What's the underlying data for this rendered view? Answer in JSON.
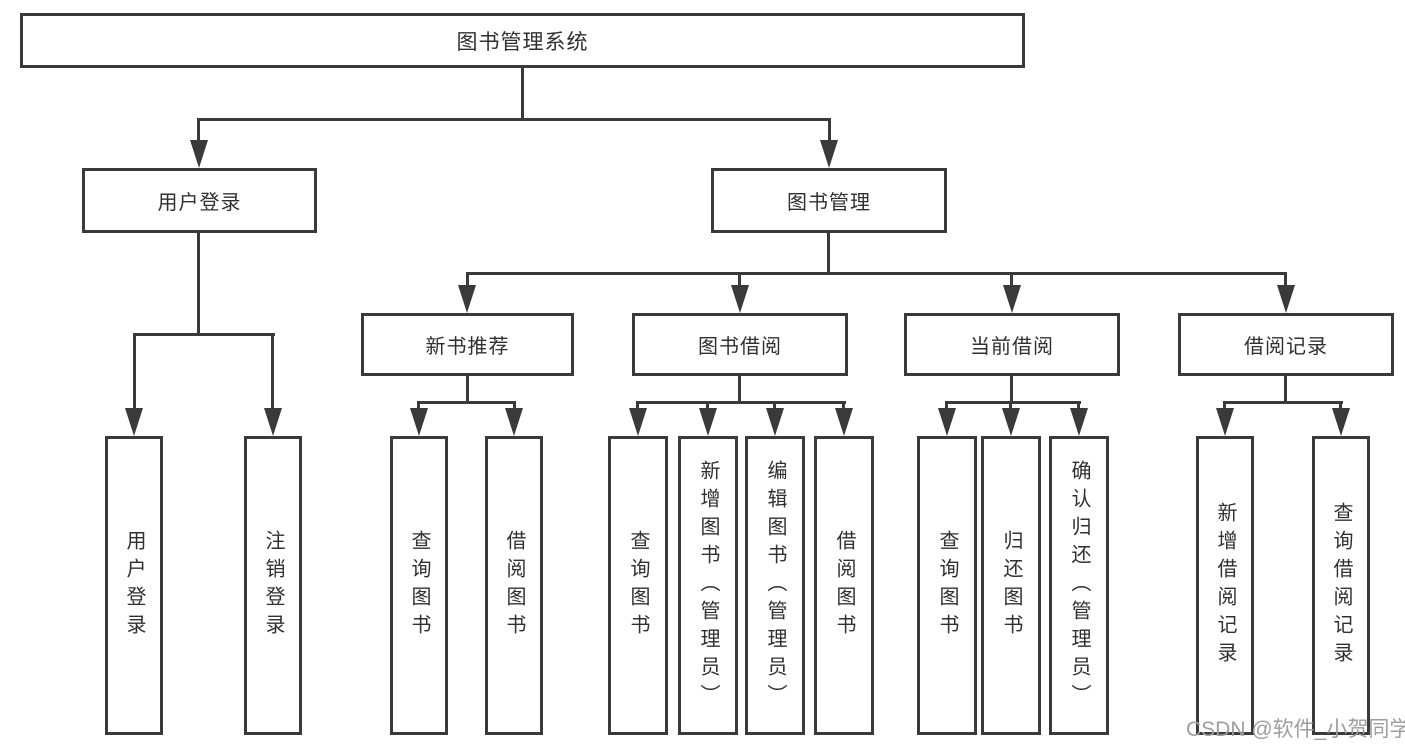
{
  "tree": {
    "root": {
      "label": "图书管理系统"
    },
    "branches": [
      {
        "label": "用户登录",
        "children": [
          {
            "label": "用户登录"
          },
          {
            "label": "注销登录"
          }
        ]
      },
      {
        "label": "图书管理",
        "children": [
          {
            "label": "新书推荐",
            "children": [
              {
                "label": "查询图书"
              },
              {
                "label": "借阅图书"
              }
            ]
          },
          {
            "label": "图书借阅",
            "children": [
              {
                "label": "查询图书"
              },
              {
                "label": "新增图书（管理员）"
              },
              {
                "label": "编辑图书（管理员）"
              },
              {
                "label": "借阅图书"
              }
            ]
          },
          {
            "label": "当前借阅",
            "children": [
              {
                "label": "查询图书"
              },
              {
                "label": "归还图书"
              },
              {
                "label": "确认归还（管理员）"
              }
            ]
          },
          {
            "label": "借阅记录",
            "children": [
              {
                "label": "新增借阅记录"
              },
              {
                "label": "查询借阅记录"
              }
            ]
          }
        ]
      }
    ]
  },
  "watermark": {
    "text": "CSDN @软件_小贺同学"
  },
  "colors": {
    "line": "#3a3a3a",
    "text": "#303030",
    "watermark": "#9e9e9e",
    "background": "#ffffff"
  }
}
